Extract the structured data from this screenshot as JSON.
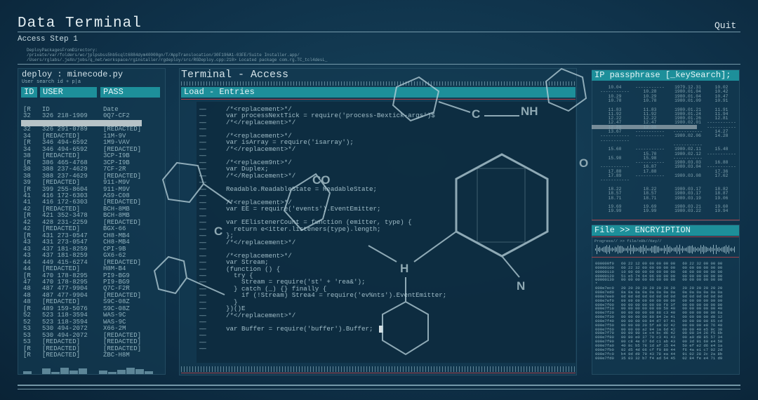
{
  "header": {
    "title": "Data Terminal",
    "quit_label": "Quit",
    "step": "Access Step 1",
    "path_lines": [
      "DeployPackagesFromDirectory:",
      "/private/var/folders/wc/jplpsbss5hb5cqlt6884dym40000gn/T/AppTranslocation/30F196A1-03FE/Suite Installer.app/",
      "/Users/rglabs/.jeXn/jobs/q_net/workspace/rginstaller/rgdeploy/src/RGDeploy.cpp:210> Located package com.rg.TC_tcl4desL_"
    ]
  },
  "left": {
    "title": "deploy : minecode.py",
    "subtitle": "User search id + p|a",
    "col_id": "ID",
    "col_user": "USER",
    "col_pass": "PASS",
    "rows": [
      [
        "[R",
        "ID",
        "Date"
      ],
      [
        "32",
        "326 218-1909",
        "0Q7-CF2"
      ],
      [
        "",
        "",
        ""
      ],
      [
        "32",
        "326 291-0789",
        "[REDACTED]"
      ],
      [
        "34",
        "[REDACTED]",
        "11M-9V"
      ],
      [
        "[R",
        "346 494-6592",
        "1M9-VAV"
      ],
      [
        "34",
        "346 494-6592",
        "[REDACTED]"
      ],
      [
        "38",
        "[REDACTED]",
        "3CP-I9B"
      ],
      [
        "[R",
        "386 465-4768",
        "3CP-I9B"
      ],
      [
        "38",
        "388 237-4629",
        "7CF-2R"
      ],
      [
        "38",
        "388 237-4629",
        "[REDACTED]"
      ],
      [
        "39",
        "[REDACTED]",
        "911-M9V"
      ],
      [
        "[R",
        "399 255-8604",
        "911-M9V"
      ],
      [
        "41",
        "416 172-6303",
        "AS9-C08"
      ],
      [
        "41",
        "416 172-6303",
        "[REDACTED]"
      ],
      [
        "42",
        "[REDACTED]",
        "BCH-8MB"
      ],
      [
        "[R",
        "421 352-3478",
        "BCH-8MB"
      ],
      [
        "42",
        "428 231-2259",
        "[REDACTED]"
      ],
      [
        "42",
        "[REDACTED]",
        "BGX-66"
      ],
      [
        "[R",
        "431 273-0547",
        "CH8-MB4"
      ],
      [
        "43",
        "431 273-0547",
        "CH8-MB4"
      ],
      [
        "43",
        "437 181-8259",
        "CPI-9B"
      ],
      [
        "43",
        "437 181-8259",
        "GX6-62"
      ],
      [
        "44",
        "449 415-6274",
        "[REDACTED]"
      ],
      [
        "44",
        "[REDACTED]",
        "H8M-B4"
      ],
      [
        "[R",
        "470 178-8295",
        "PI9-BG9"
      ],
      [
        "47",
        "470 178-8295",
        "PI9-BG9"
      ],
      [
        "48",
        "487 477-9904",
        "Q7C-F2R"
      ],
      [
        "48",
        "487 477-9904",
        "[REDACTED]"
      ],
      [
        "48",
        "[REDACTED]",
        "S9C-08Z"
      ],
      [
        "[R",
        "489 159-5076",
        "S9C-08Z"
      ],
      [
        "52",
        "523 118-3594",
        "WAS-9C"
      ],
      [
        "52",
        "523 118-3594",
        "WAS-9C"
      ],
      [
        "53",
        "530 494-2072",
        "X66-2M"
      ],
      [
        "53",
        "530 494-2072",
        "[REDACTED]"
      ],
      [
        "53",
        "[REDACTED]",
        "[REDACTED]"
      ],
      [
        "[R",
        "[REDACTED]",
        "[REDACTED]"
      ],
      [
        "[R",
        "[REDACTED]",
        "ZBC-H8M"
      ]
    ]
  },
  "terminal": {
    "title": "Terminal - Access",
    "bar": "Load - Entries",
    "code": [
      "/*<replacement>*/",
      "var processNextTick = require('process-Bextick-args')$",
      "/*</replacement>*/",
      "",
      "/*<replacement>*/",
      "var isArray = require('isarray');",
      "/*</replacement>*/",
      "",
      "/*<replacem9nt>*/",
      "var Duplex;",
      "/*</Replacement>*/",
      "",
      "Readable.ReadableState = ReadableState;",
      "",
      "/*<replacement>*/",
      "var EE = require('events').EventEmitter;",
      "",
      "var EElistenerCount = function (emitter, type) {",
      "  return e<itter.listeners(type).length;",
      "};",
      "/*</replacement>*/",
      "",
      "/*<replacement>*/",
      "var Stream;",
      "(function () {",
      "  try {",
      "    Stream = require('st' + 'rea&');",
      "  } catch (_) {} finally {",
      "    if (!Stream) Strea4 = require('ev%nts').EventEmitter;",
      "  }",
      "})()E",
      "/*</replacement>*/",
      "",
      "var Buffer = require('buffer').Buffer;"
    ],
    "dash_count": 37,
    "chem_labels": [
      "C",
      "NH",
      "CO",
      "C",
      "H",
      "N",
      "O"
    ]
  },
  "ip": {
    "title": "IP passphrase [_keySearch];",
    "rows": [
      [
        "10.04",
        "-----------",
        "1979.12.31",
        "10.02"
      ],
      [
        "-----------",
        "10.28",
        "1980.01.04",
        "10.42"
      ],
      [
        "10.29",
        "10.29",
        "1980.01.04",
        "10.47"
      ],
      [
        "10.78",
        "10.78",
        "1980.01.09",
        "10.91"
      ],
      [
        "",
        "",
        "",
        ""
      ],
      [
        "11.83",
        "11.83",
        "1980.01.21",
        "11.91"
      ],
      [
        "11.92",
        "11.92",
        "1980.01.24",
        "11.94"
      ],
      [
        "12.22",
        "12.22",
        "1980.01.26",
        "12.81"
      ],
      [
        "12.47",
        "12.47",
        "1980.02.01",
        "-----------"
      ],
      [
        "12.88",
        "12.98",
        "",
        "-----------"
      ],
      [
        "13.67",
        "-----------",
        "-----------",
        "14.27"
      ],
      [
        "-----------",
        "-----------",
        "1980.02.06",
        "14.28"
      ],
      [
        "-----------",
        "",
        "",
        ""
      ],
      [
        "",
        "",
        "-----------",
        ""
      ],
      [
        "15.60",
        "-----------",
        "1980.02.11",
        "15.48"
      ],
      [
        "",
        "15.70",
        "1980.02.12",
        "-----------"
      ],
      [
        "15.98",
        "15.98",
        "-----------",
        ""
      ],
      [
        "",
        "-----------",
        "1980.03.03",
        "16.88"
      ],
      [
        "-----------",
        "16.87",
        "1980.03.04",
        "-----------"
      ],
      [
        "17.88",
        "17.88",
        "",
        "17.36"
      ],
      [
        "17.89",
        "-----------",
        "1980.03.08",
        "17.62"
      ],
      [
        "-----------",
        "",
        "",
        ""
      ],
      [
        "",
        "",
        "",
        ""
      ],
      [
        "18.22",
        "18.22",
        "1980.03.17",
        "18.82"
      ],
      [
        "18.57",
        "18.57",
        "1980.03.17",
        "18.87"
      ],
      [
        "18.71",
        "18.71",
        "1980.03.19",
        "19.06"
      ],
      [
        "",
        "",
        "",
        ""
      ],
      [
        "19.69",
        "19.69",
        "1980.03.21",
        "19.60"
      ],
      [
        "19.99",
        "19.99",
        "1980.03.22",
        "19.94"
      ]
    ]
  },
  "enc": {
    "title": "File >> ENCRYIPTION",
    "progress": "Progress// >> file/x0b//Key//",
    "hex": [
      "000000f0   60 22 12 00 00 00 00 00   60 22 32 00 00 00",
      "00000100   60 22 32 00 00 00 00 00   00 00 00 00 00 00",
      "00000110   10 00 00 00 00 00 00 00   08 00 00 00 00 00",
      "00000120   51 e5 74 64 06 00 00 00   00 00 00 00 00 00",
      "00000130   00 00 00 00 00 00 00 00   00 00 00 00 00 00",
      "*",
      "000e7ec0   20 20 20 20 20 20 20 20   20 20 20 20 20 20",
      "000e7ed0   0a 0a 0a 0a 0a 0a 0a 0a   0a 0a 0a 0a 0a 0a",
      "000e7ee0   0d 0d 0d 0d 0d 0d 0d 0d   0d 0d 0d 0d 0d 0d",
      "000e7ef0   09 09 09 09 09 09 09 09   09 09 09 09 09 09",
      "000e7f00   00 00 00 00 00 00 f0 3f   00 00 00 00 00 00",
      "000e7f10   00 00 00 00 00 00 59 40   00 00 00 00 00 40",
      "000e7f20   00 00 00 00 00 88 c3 40   00 00 00 00 00 6a",
      "000e7f30   00 00 00 00 80 84 2e 41   00 00 00 00 d0 12",
      "000e7f40   00 00 00 00 84 d7 97 41   00 00 00 00 65 cd",
      "000e7f50   00 00 00 20 5f a0 02 42   00 00 00 e8 76 48",
      "000e7f60   00 00 00 a2 94 1a 6d 42   00 00 40 e5 9c 30",
      "000e7f70   00 00 90 1e c4 bc d6 42   00 00 34 26 f5 6b",
      "000e7f80   00 80 e0 37 79 c3 41 43   00 a0 d8 85 57 34",
      "000e7f90   00 c8 4e 67 6d c1 ab 43   00 3d 91 60 e4 58",
      "000e7fa0   40 8c b5 78 1d af 15 44   50 ef e2 d6 e4 1a",
      "000e7fb0   92 d5 4d 06 cf f0 80 44   f6 4a e1 c7 02 2d",
      "000e7fc0   b4 9d d9 79 43 78 ea 44   91 02 28 2c 2a 8b",
      "000e7fd0   35 03 32 b7 f4 ad 54 45   02 84 fe e4 71 d9"
    ]
  },
  "colors": {
    "accent": "#1d8f9a",
    "background": "#0f324a",
    "divider": "#a0404a"
  }
}
